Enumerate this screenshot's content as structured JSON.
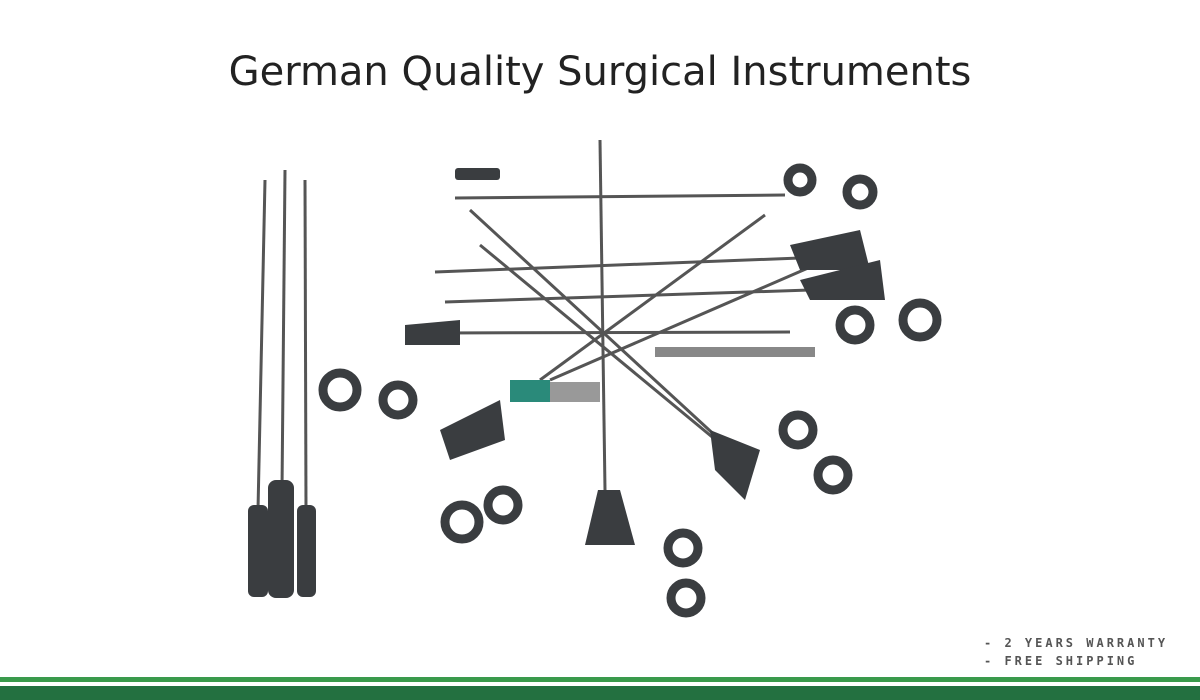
{
  "title": "German Quality Surgical Instruments",
  "features": [
    "- 2 YEARS WARRANTY",
    "- FREE SHIPPING"
  ],
  "colors": {
    "accent_light": "#3a9a4c",
    "accent_dark": "#237040",
    "instrument": "#3a3d40",
    "shaft": "#555"
  }
}
